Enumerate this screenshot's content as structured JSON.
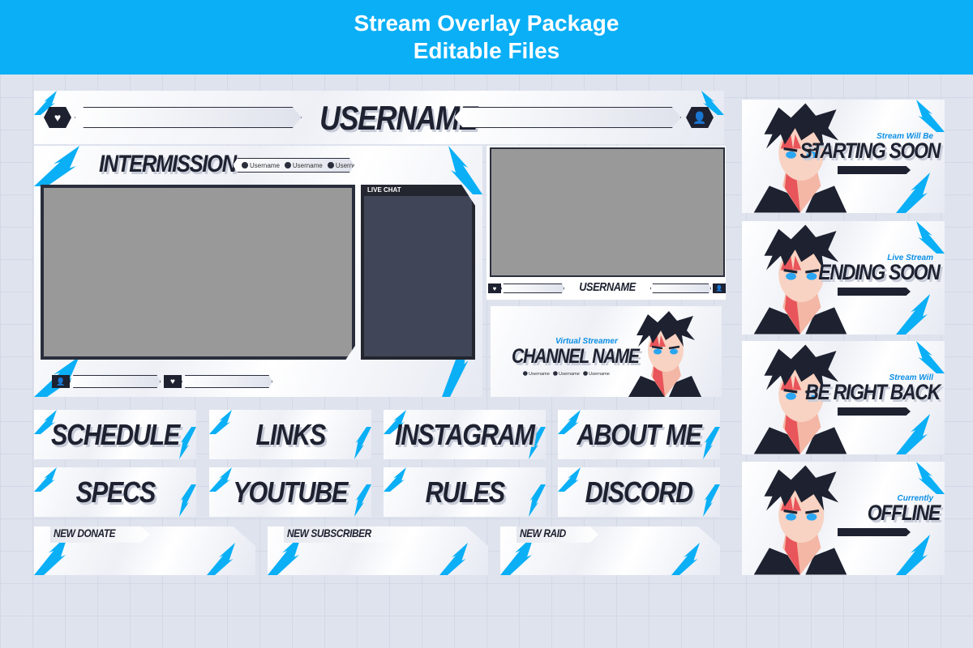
{
  "header": {
    "line1": "Stream Overlay Package",
    "line2": "Editable Files",
    "color": "#0aaff6"
  },
  "banner": {
    "username": "USERNAME",
    "left_icon": "heart-icon",
    "right_icon": "user-icon"
  },
  "intermission": {
    "title": "INTERMISSION",
    "socials": [
      "Username",
      "Username",
      "Username"
    ],
    "chat_label": "LIVE CHAT"
  },
  "webcam": {
    "username": "USERNAME"
  },
  "channel": {
    "subtitle": "Virtual Streamer",
    "title": "CHANNEL NAME",
    "socials": [
      "Username",
      "Username",
      "Username"
    ]
  },
  "buttons": [
    "SCHEDULE",
    "LINKS",
    "INSTAGRAM",
    "ABOUT ME",
    "SPECS",
    "YOUTUBE",
    "RULES",
    "DISCORD"
  ],
  "alerts": [
    "NEW DONATE",
    "NEW SUBSCRIBER",
    "NEW RAID"
  ],
  "screens": [
    {
      "subtitle": "Stream Will Be",
      "title": "STARTING SOON"
    },
    {
      "subtitle": "Live Stream",
      "title": "ENDING SOON"
    },
    {
      "subtitle": "Stream Will",
      "title": "BE RIGHT BACK"
    },
    {
      "subtitle": "Currently",
      "title": "OFFLINE"
    }
  ]
}
